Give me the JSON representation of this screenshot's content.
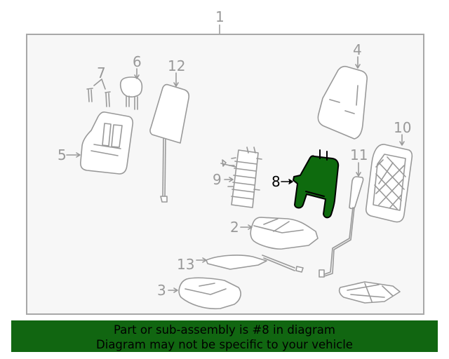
{
  "diagram": {
    "assembly_callout": "1",
    "highlighted_part": "8",
    "highlight_color": "#0e6b0e",
    "line_color": "#999999",
    "frame_background": "#f7f7f7",
    "callouts": [
      {
        "id": "1",
        "label": "1",
        "part": "seat-assembly"
      },
      {
        "id": "2",
        "label": "2",
        "part": "seat-cushion-cover"
      },
      {
        "id": "3",
        "label": "3",
        "part": "seat-cushion-pad"
      },
      {
        "id": "4",
        "label": "4",
        "part": "seat-back-cover"
      },
      {
        "id": "5",
        "label": "5",
        "part": "seat-back-pad"
      },
      {
        "id": "6",
        "label": "6",
        "part": "headrest"
      },
      {
        "id": "7",
        "label": "7",
        "part": "headrest-guides"
      },
      {
        "id": "8",
        "label": "8",
        "part": "seat-back-frame"
      },
      {
        "id": "9",
        "label": "9",
        "part": "lumbar-support"
      },
      {
        "id": "10",
        "label": "10",
        "part": "back-panel"
      },
      {
        "id": "11",
        "label": "11",
        "part": "side-air-bag"
      },
      {
        "id": "12",
        "label": "12",
        "part": "heater-element"
      },
      {
        "id": "13",
        "label": "13",
        "part": "cushion-heater"
      }
    ]
  },
  "banner": {
    "line1": "Part or sub-assembly is #8 in diagram",
    "line2": "Diagram may not be specific to your vehicle",
    "background": "#116611"
  }
}
